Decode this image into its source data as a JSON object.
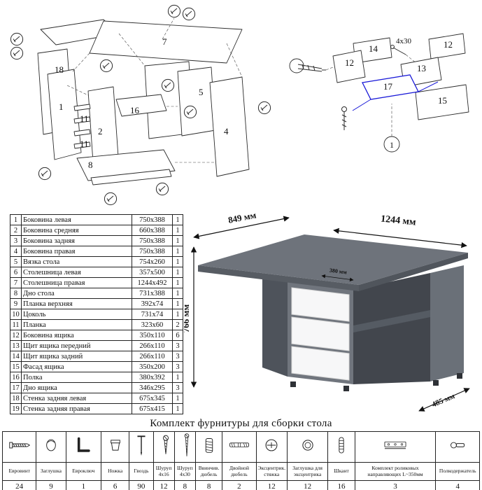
{
  "colors": {
    "desk_gray": "#6e737b",
    "desk_dark": "#4e535b",
    "drawer_white": "#f7f7f8",
    "highlight_blue": "#1a1ad8",
    "line_color": "#222222"
  },
  "main_diagram": {
    "labels": [
      "7",
      "18",
      "1",
      "11",
      "2",
      "16",
      "11",
      "8",
      "5",
      "4"
    ]
  },
  "drawer_diagram": {
    "labels": [
      "14",
      "12",
      "12",
      "13",
      "17",
      "15"
    ],
    "screw_size": "4x30",
    "callout_number": "1"
  },
  "desk_view": {
    "dim_top_left": "849 мм",
    "dim_top_right": "1244 мм",
    "dim_height": "766 мм",
    "dim_inner": "380 мм",
    "dim_depth": "485 мм"
  },
  "parts_table": {
    "rows": [
      {
        "num": "1",
        "name": "Боковина левая",
        "size": "750x388",
        "qty": "1"
      },
      {
        "num": "2",
        "name": "Боковина средняя",
        "size": "660x388",
        "qty": "1"
      },
      {
        "num": "3",
        "name": "Боковина задняя",
        "size": "750x388",
        "qty": "1"
      },
      {
        "num": "4",
        "name": "Боковина правая",
        "size": "750x388",
        "qty": "1"
      },
      {
        "num": "5",
        "name": "Вязка стола",
        "size": "754x260",
        "qty": "1"
      },
      {
        "num": "6",
        "name": "Столешница левая",
        "size": "357x500",
        "qty": "1"
      },
      {
        "num": "7",
        "name": "Столешница правая",
        "size": "1244x492",
        "qty": "1"
      },
      {
        "num": "8",
        "name": "Дно стола",
        "size": "731x388",
        "qty": "1"
      },
      {
        "num": "9",
        "name": "Планка верхняя",
        "size": "392x74",
        "qty": "1"
      },
      {
        "num": "10",
        "name": "Цоколь",
        "size": "731x74",
        "qty": "1"
      },
      {
        "num": "11",
        "name": "Планка",
        "size": "323x60",
        "qty": "2"
      },
      {
        "num": "12",
        "name": "Боковина ящика",
        "size": "350x110",
        "qty": "6"
      },
      {
        "num": "13",
        "name": "Щит ящика передний",
        "size": "266x110",
        "qty": "3"
      },
      {
        "num": "14",
        "name": "Щит ящика задний",
        "size": "266x110",
        "qty": "3"
      },
      {
        "num": "15",
        "name": "Фасад ящика",
        "size": "350x200",
        "qty": "3"
      },
      {
        "num": "16",
        "name": "Полка",
        "size": "380x392",
        "qty": "1"
      },
      {
        "num": "17",
        "name": "Дно ящика",
        "size": "346x295",
        "qty": "3"
      },
      {
        "num": "18",
        "name": "Стенка задняя левая",
        "size": "675x345",
        "qty": "1"
      },
      {
        "num": "19",
        "name": "Стенка задняя правая",
        "size": "675x415",
        "qty": "1"
      }
    ]
  },
  "hardware": {
    "title": "Комплект фурнитуры для сборки стола",
    "items": [
      {
        "label": "Евровинт",
        "qty": "24",
        "icon": "euroconfirmat-screw-icon",
        "icon_ref": "#sym-euroconfirmat"
      },
      {
        "label": "Заглушка",
        "qty": "9",
        "icon": "plug-cap-icon",
        "icon_ref": "#sym-cap"
      },
      {
        "label": "Евроключ",
        "qty": "1",
        "icon": "hex-key-icon",
        "icon_ref": "#sym-hexkey"
      },
      {
        "label": "Ножка",
        "qty": "6",
        "icon": "furniture-foot-icon",
        "icon_ref": "#sym-foot"
      },
      {
        "label": "Гвоздь",
        "qty": "90",
        "icon": "nail-icon",
        "icon_ref": "#sym-nail"
      },
      {
        "label": "Шуруп 4x16",
        "qty": "12",
        "icon": "screw-icon",
        "icon_ref": "#sym-screw"
      },
      {
        "label": "Шуруп 4x30",
        "qty": "8",
        "icon": "long-screw-icon",
        "icon_ref": "#sym-screw-long"
      },
      {
        "label": "Ввинчив. дюбель",
        "qty": "8",
        "icon": "threaded-dowel-icon",
        "icon_ref": "#sym-threaded-dowel"
      },
      {
        "label": "Двойной дюбель",
        "qty": "2",
        "icon": "double-dowel-icon",
        "icon_ref": "#sym-double-dowel"
      },
      {
        "label": "Эксцентрик. стяжка",
        "qty": "12",
        "icon": "cam-lock-icon",
        "icon_ref": "#sym-cam"
      },
      {
        "label": "Заглушка для эксцентрика",
        "qty": "12",
        "icon": "cam-cap-icon",
        "icon_ref": "#sym-cam-cap"
      },
      {
        "label": "Шкант",
        "qty": "16",
        "icon": "wooden-dowel-icon",
        "icon_ref": "#sym-dowel"
      },
      {
        "label": "Комплект роликовых направляющих L~350мм",
        "qty": "3",
        "icon": "drawer-slide-icon",
        "icon_ref": "#sym-slide"
      },
      {
        "label": "Полкодержатель",
        "qty": "4",
        "icon": "shelf-support-icon",
        "icon_ref": "#sym-shelfpin"
      }
    ]
  }
}
